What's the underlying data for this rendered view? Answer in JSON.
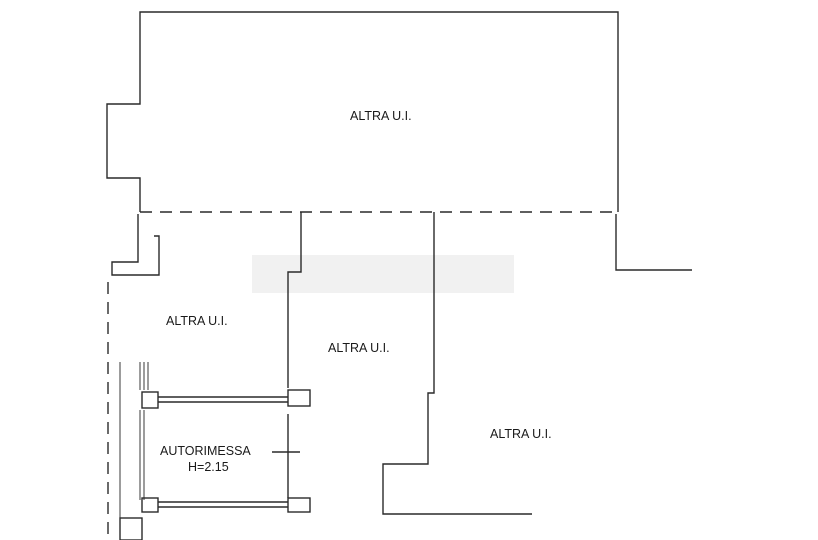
{
  "floor_plan": {
    "rooms": [
      {
        "id": "top",
        "label": "ALTRA U.I."
      },
      {
        "id": "left",
        "label": "ALTRA U.I."
      },
      {
        "id": "center",
        "label": "ALTRA U.I."
      },
      {
        "id": "right",
        "label": "ALTRA U.I."
      }
    ],
    "garage": {
      "label": "AUTORIMESSA",
      "height_label": "H=2.15"
    }
  }
}
